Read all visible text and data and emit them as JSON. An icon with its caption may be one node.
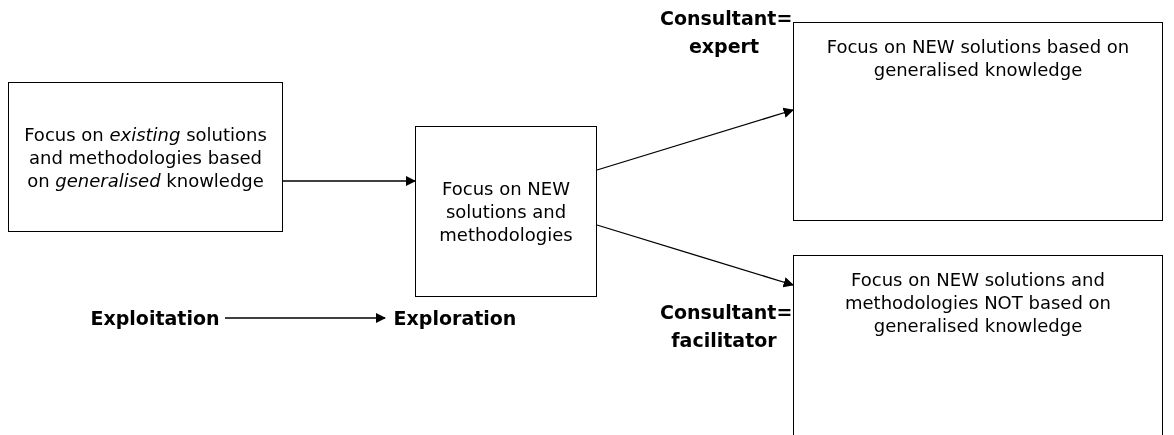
{
  "diagram": {
    "nodes": [
      {
        "text": [
          "Focus on *existing* solutions and methodologies based on *generalised* knowledge"
        ]
      },
      {
        "text": [
          "Focus on NEW solutions and methodologies"
        ]
      },
      {
        "text": [
          "Focus on NEW solutions based on generalised knowledge"
        ],
        "beside": [
          "Consultant= expert"
        ]
      },
      {
        "text": [
          "Focus on NEW solutions and methodologies NOT based on generalised knowledge"
        ],
        "beside": [
          "Consultant= facilitator"
        ]
      },
      {
        "text": [
          "Exploitation"
        ]
      },
      {
        "text": [
          "Exploration"
        ]
      }
    ],
    "edges": [
      {
        "from": 0,
        "to": 1,
        "arrow": "to"
      },
      {
        "from": 1,
        "to": 2,
        "arrow": "to"
      },
      {
        "from": 1,
        "to": 3,
        "arrow": "to"
      },
      {
        "from": 4,
        "to": 5,
        "arrow": "to"
      }
    ]
  }
}
